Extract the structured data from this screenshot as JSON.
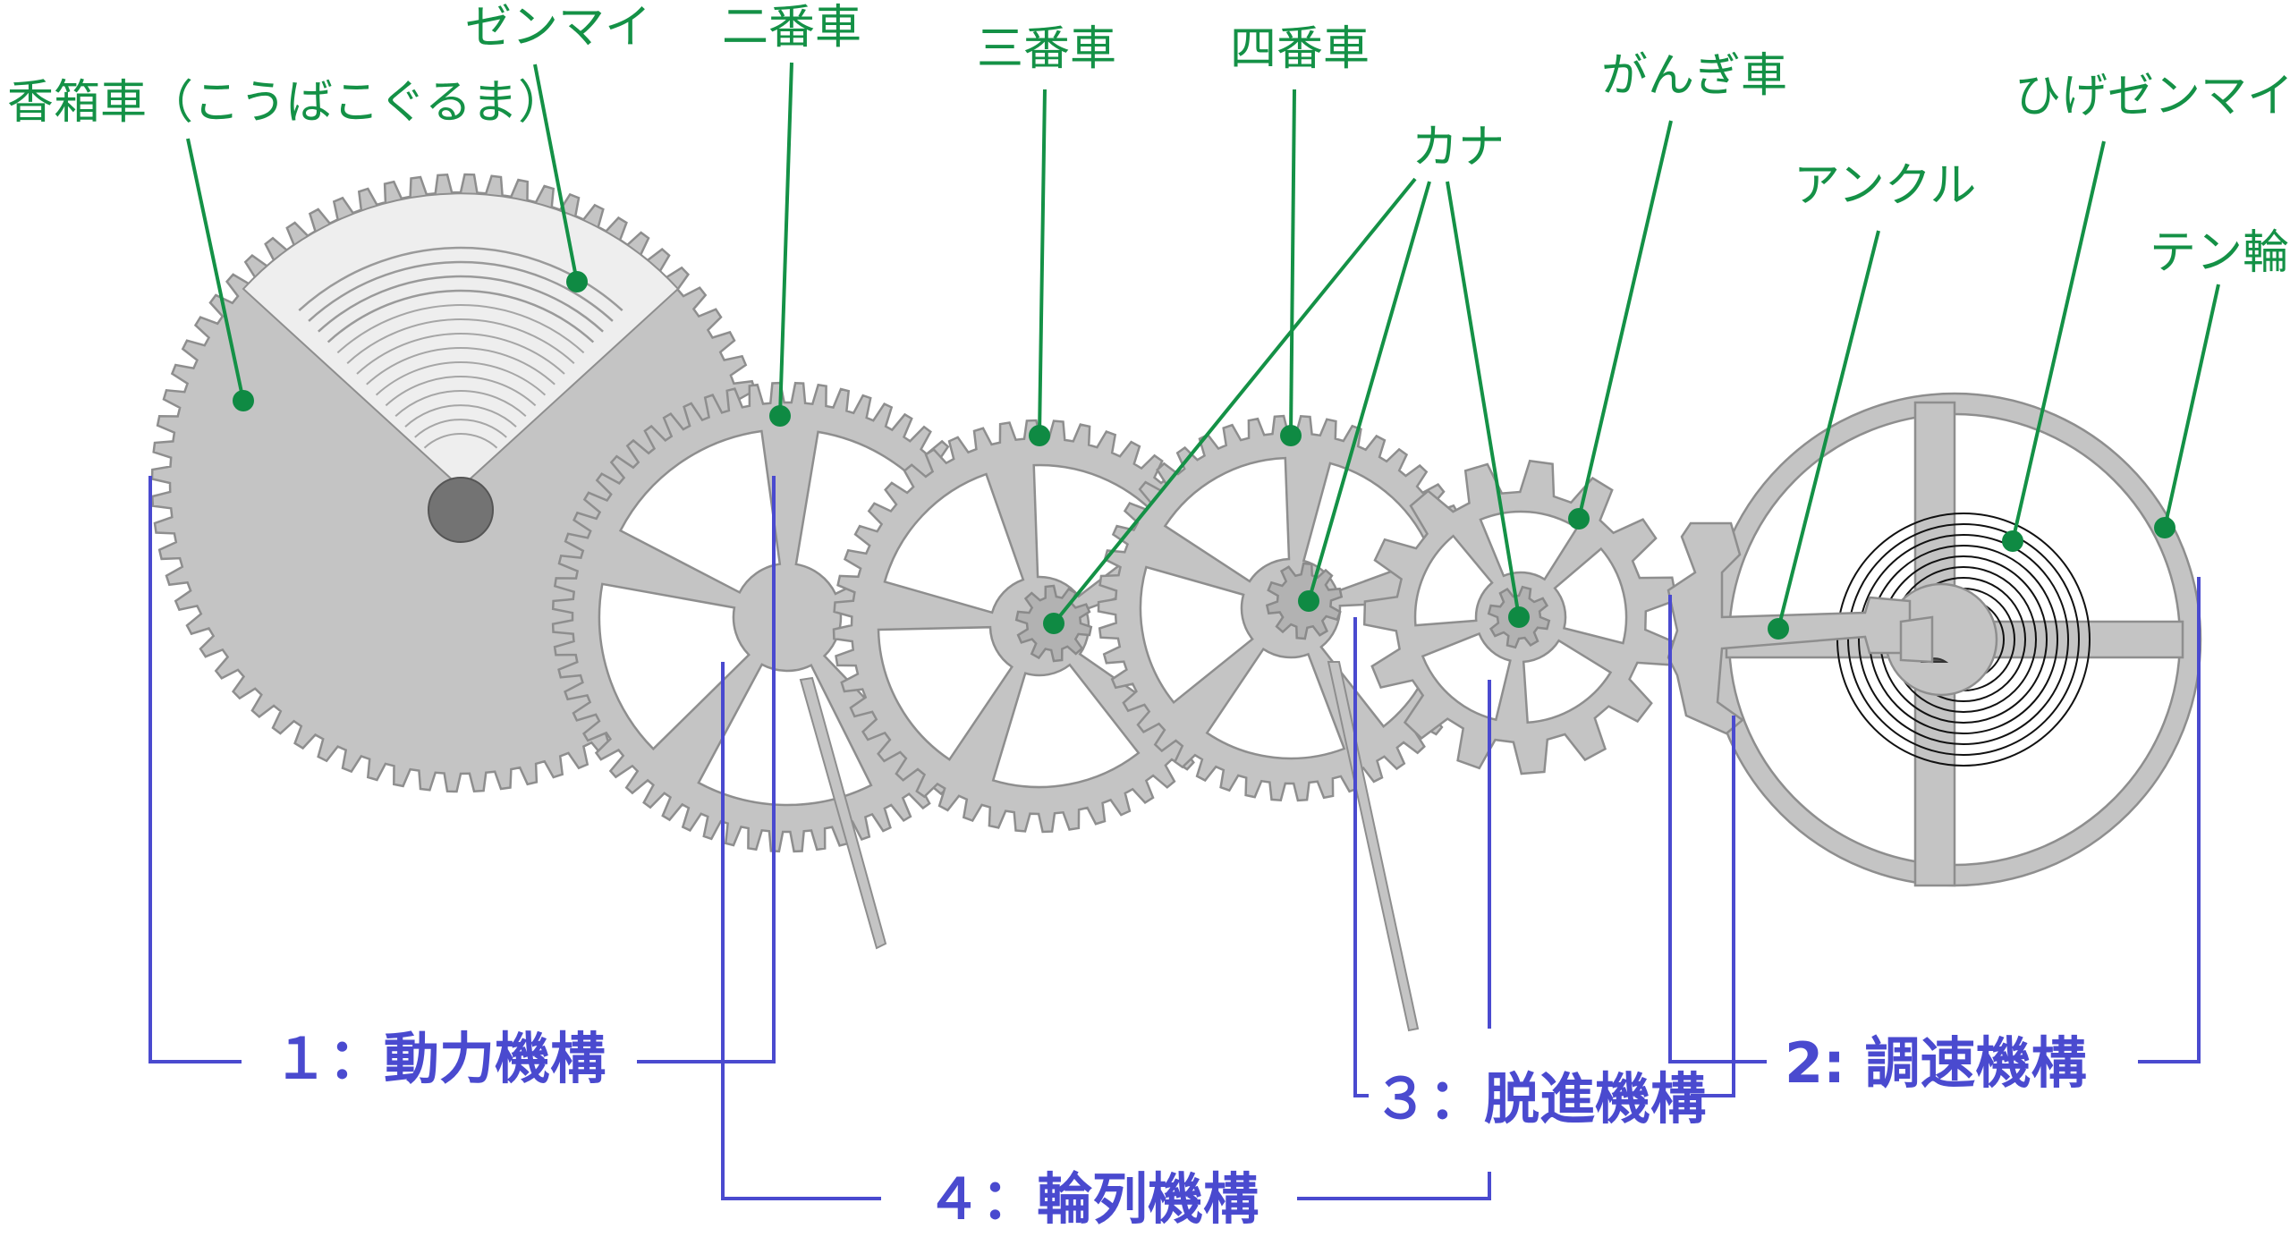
{
  "parts": {
    "barrel": "香箱車（こうばこぐるま）",
    "mainspring": "ゼンマイ",
    "second_wheel": "二番車",
    "third_wheel": "三番車",
    "fourth_wheel": "四番車",
    "pinion": "カナ",
    "escape_wheel": "がんぎ車",
    "pallet_fork": "アンクル",
    "hairspring": "ひげゼンマイ",
    "balance_wheel": "テン輪"
  },
  "groups": {
    "power": "１：動力機構",
    "gear_train": "４：輪列機構",
    "escapement": "３：脱進機構",
    "regulation": "2: 調速機構"
  },
  "colors": {
    "label_green": "#149146",
    "group_blue": "#4a4acf",
    "gear_gray": "#c4c4c4"
  }
}
